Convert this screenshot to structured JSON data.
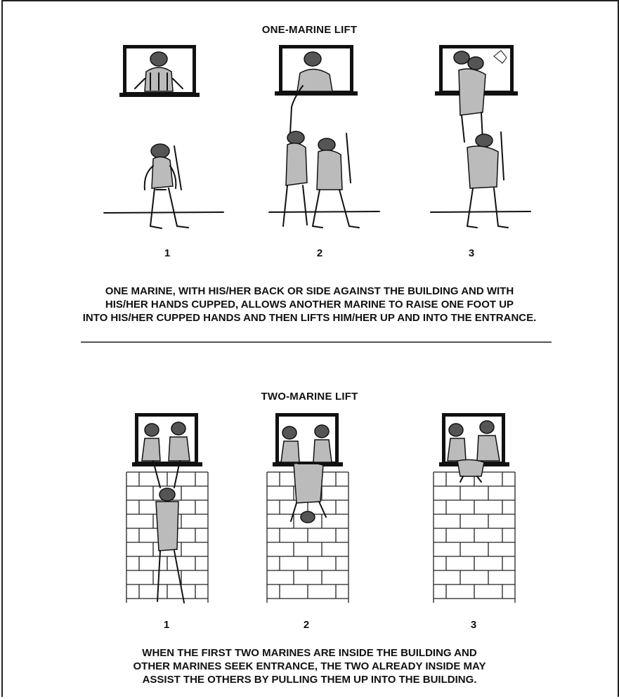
{
  "sections": [
    {
      "title": "ONE-MARINE LIFT",
      "steps": [
        "1",
        "2",
        "3"
      ],
      "caption": [
        "ONE MARINE, WITH HIS/HER BACK OR SIDE AGAINST THE BUILDING AND WITH",
        "HIS/HER HANDS CUPPED, ALLOWS ANOTHER MARINE TO RAISE ONE FOOT UP",
        "INTO HIS/HER CUPPED HANDS AND THEN LIFTS HIM/HER UP AND INTO THE ENTRANCE."
      ]
    },
    {
      "title": "TWO-MARINE LIFT",
      "steps": [
        "1",
        "2",
        "3"
      ],
      "caption": [
        "WHEN THE FIRST TWO MARINES ARE INSIDE THE BUILDING AND",
        "OTHER MARINES SEEK ENTRANCE, THE TWO ALREADY INSIDE MAY",
        "ASSIST THE OTHERS BY PULLING THEM UP INTO THE BUILDING."
      ]
    }
  ]
}
